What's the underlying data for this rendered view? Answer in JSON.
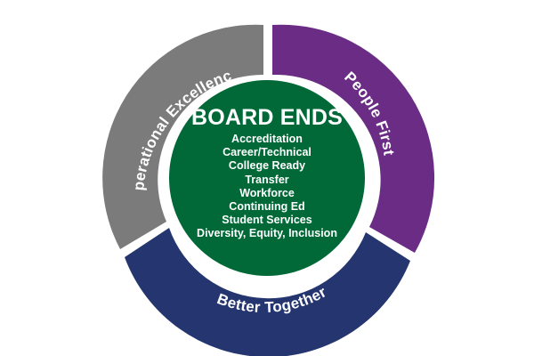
{
  "center": {
    "title": "BOARD ENDS",
    "items": [
      "Accreditation",
      "Career/Technical",
      "College Ready",
      "Transfer",
      "Workforce",
      "Continuing Ed",
      "Student Services",
      "Diversity, Equity, Inclusion"
    ],
    "color": "#006937"
  },
  "segments": [
    {
      "label": "Operational Excellence",
      "color": "#7b7b7b"
    },
    {
      "label": "People First",
      "color": "#6a2c84"
    },
    {
      "label": "Better Together",
      "color": "#24356f"
    }
  ]
}
